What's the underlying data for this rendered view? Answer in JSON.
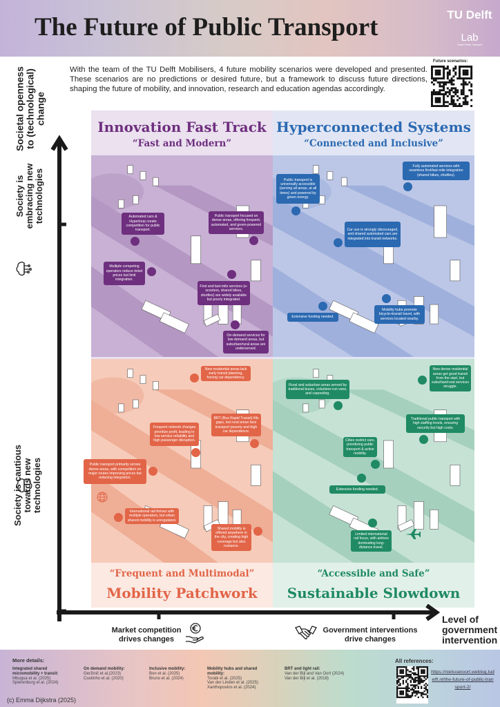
{
  "header": {
    "title": "The Future of Public Transport",
    "logo": {
      "brand": "TU Delft",
      "lab": "Lab",
      "lab_subtitle": "Smart Public Transport"
    }
  },
  "intro": {
    "text": "With the team of the TU Delft Mobilisers, 4 future mobility scenarios were developed and presented. These scenarios are no predictions or desired future, but a framework to discuss future directions, shaping the future of mobility, and innovation, research and education agendas accordingly.",
    "qr_label": "Future scenarios:"
  },
  "y_axis": {
    "title": "Societal openness to (technological) change",
    "top_label": "Society is embracing new technologies",
    "bottom_label": "Society is cautious towards new technologies"
  },
  "x_axis": {
    "title": "Level of government intervention",
    "left_label": "Market competition drives changes",
    "right_label": "Government interventions drive changes"
  },
  "quadrants": {
    "tl": {
      "title": "Innovation Fast Track",
      "subtitle": "“Fast and Modern”",
      "color": "#6e2f7e",
      "callouts": [
        "Automated cars & Hyperloop create competition for public transport.",
        "Public transport focused on dense areas, offering frequent, automated, and green-powered services.",
        "Multiple competing operators reduce ticket prices but limit integration.",
        "First and last-mile services (e-scooters, shared bikes, shuttles) are widely available but poorly integrated.",
        "On-demand services for low-demand areas, but suburban/rural areas are underserved."
      ]
    },
    "tr": {
      "title": "Hyperconnected Systems",
      "subtitle": "“Connected and Inclusive”",
      "color": "#2b69b1",
      "callouts": [
        "Public transport is universally accessible (serving all areas, at all times) and powered by green energy.",
        "Fully automated services with seamless first/last-mile integration (shared bikes, shuttles).",
        "Car use is strongly discouraged, and shared automated cars are integrated into transit networks.",
        "Extensive funding needed.",
        "Mobility hubs promote bicycle+transit travel, with services located nearby."
      ]
    },
    "bl": {
      "title": "Mobility Patchwork",
      "subtitle": "“Frequent and Multimodal”",
      "color": "#e26548",
      "callouts": [
        "New residential areas lack early transit planning, forcing car dependency.",
        "BRT (Bus Rapid Transit) fills gaps, but rural areas face transport poverty and high car dependence.",
        "Frequent network changes prioritize profit, leading to low service reliability and high passenger disruption.",
        "Public transport primarily serves dense areas, with competition on major routes improving prices but reducing integration.",
        "International rail thrives with multiple operators, but urban shared mobility is unregulated.",
        "Shared mobility is offered anywhere in the city, creating high coverage but also nuisance."
      ]
    },
    "br": {
      "title": "Sustainable Slowdown",
      "subtitle": "“Accessible and Safe”",
      "color": "#1f8a63",
      "callouts": [
        "Rural and suburban areas served by traditional buses, volunteer-run vans, and carpooling.",
        "New dense residential areas get good transit from the start, but suburban/rural services struggle.",
        "Traditional public transport with high staffing levels, ensuring security but high costs.",
        "Cities restrict cars, prioritizing public transport & active mobility.",
        "Extensive funding needed.",
        "Limited international rail focus, with airlines dominating long-distance travel."
      ]
    }
  },
  "footer": {
    "more_details": "More details:",
    "columns": [
      {
        "heading": "Integrated shared micromobility + transit:",
        "refs": [
          "Mbugua et al. (2025)",
          "Spierenburg et al. (2024)"
        ]
      },
      {
        "heading": "On demand mobility:",
        "refs": [
          "Geržinič et al.(2023)",
          "Coutinho et al. (2020)"
        ]
      },
      {
        "heading": "Inclusive mobility:",
        "refs": [
          "Bon et al.  (2025)",
          "Bruno et al. (2024)"
        ]
      },
      {
        "heading": "Mobility hubs and shared mobility:",
        "refs": [
          "Torabi et al. (2025)",
          "Van der Linden et al. (2025)",
          "Xanthopoulos et al. (2024)"
        ]
      },
      {
        "heading": "BRT and light rail:",
        "refs": [
          "Van der Bijl and Van Oort (2024)",
          "Van der Bijl et al. (2018)"
        ]
      }
    ],
    "copyright": "(c) Emma Dijkstra (2025)",
    "all_references": "All references:",
    "link": "https://nielsvanoort.weblog.tudelft.nl/the-future-of-public-transport-2/"
  }
}
